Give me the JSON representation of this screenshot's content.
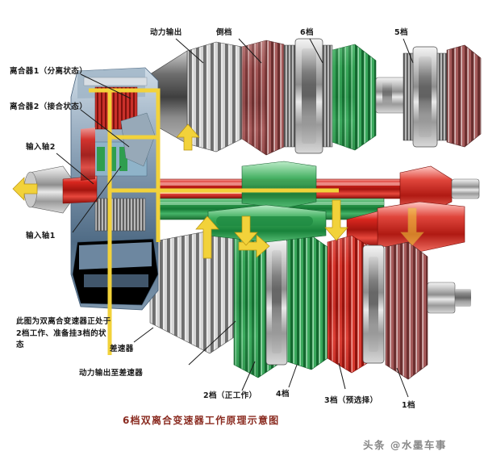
{
  "figure": {
    "title": "6档双离合变速器工作原理示意图",
    "watermark": "头条 @水墨车事",
    "accent_color": "#8a2b20",
    "flow_color": "#f2d23a",
    "colors": {
      "green_shaft": "#2f9e4f",
      "red_shaft": "#d9271f",
      "dark_red_gear": "#9c4a4a",
      "steel": "#bdbdbd",
      "housing_blue": "#7d93ab"
    }
  },
  "labels": {
    "top": [
      {
        "id": "power-output",
        "text": "动力输出"
      },
      {
        "id": "reverse-gear",
        "text": "倒档"
      },
      {
        "id": "gear-6",
        "text": "6档"
      },
      {
        "id": "gear-5",
        "text": "5档"
      }
    ],
    "left": [
      {
        "id": "clutch-1",
        "text": "离合器1（分离状态）"
      },
      {
        "id": "clutch-2",
        "text": "离合器2（接合状态）"
      },
      {
        "id": "input-shaft-2",
        "text": "输入轴2"
      },
      {
        "id": "input-shaft-1",
        "text": "输入轴1"
      }
    ],
    "bottom": [
      {
        "id": "differential",
        "text": "差速器"
      },
      {
        "id": "power-to-differential",
        "text": "动力输出至差速器"
      },
      {
        "id": "gear-2",
        "text": "2档（正工作）"
      },
      {
        "id": "gear-4",
        "text": "4档"
      },
      {
        "id": "gear-3",
        "text": "3档（预选择）"
      },
      {
        "id": "gear-1",
        "text": "1档"
      }
    ],
    "note": "此图为双离合变速器正处于2档工作、准备挂3档的状态"
  }
}
